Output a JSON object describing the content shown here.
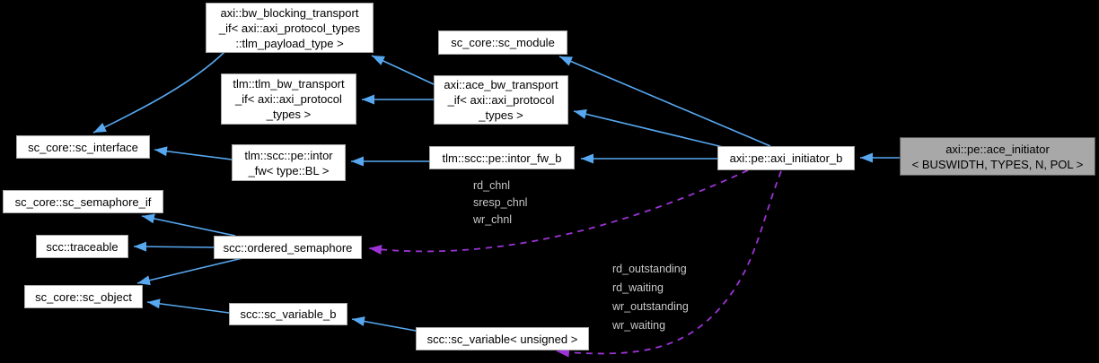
{
  "diagram_type": "collaboration-graph",
  "colors": {
    "background": "#000000",
    "edge_blue": "#57a8f0",
    "edge_purple": "#9d33d6",
    "node_fill": "#ffffff",
    "node_border": "#a9a9a9",
    "node_text": "#000000",
    "selected_fill": "#a8a8a8",
    "selected_border": "#565656",
    "edge_label": "#c8c8c8"
  },
  "nodes": [
    {
      "id": "bw-blocking-transport-if",
      "label": "axi::bw_blocking_transport\n_if< axi::axi_protocol_types\n::tlm_payload_type >"
    },
    {
      "id": "sc-module",
      "label": "sc_core::sc_module"
    },
    {
      "id": "tlm-bw-transport-if",
      "label": "tlm::tlm_bw_transport\n_if< axi::axi_protocol\n_types >"
    },
    {
      "id": "ace-bw-transport-if",
      "label": "axi::ace_bw_transport\n_if< axi::axi_protocol\n_types >"
    },
    {
      "id": "sc-interface",
      "label": "sc_core::sc_interface"
    },
    {
      "id": "intor-fw",
      "label": "tlm::scc::pe::intor\n_fw< type::BL >"
    },
    {
      "id": "intor-fw-b",
      "label": "tlm::scc::pe::intor_fw_b"
    },
    {
      "id": "axi-initiator-b",
      "label": "axi::pe::axi_initiator_b"
    },
    {
      "id": "ace-initiator",
      "label": "axi::pe::ace_initiator\n< BUSWIDTH, TYPES, N, POL >"
    },
    {
      "id": "sc-semaphore-if",
      "label": "sc_core::sc_semaphore_if"
    },
    {
      "id": "traceable",
      "label": "scc::traceable"
    },
    {
      "id": "ordered-semaphore",
      "label": "scc::ordered_semaphore"
    },
    {
      "id": "sc-object",
      "label": "sc_core::sc_object"
    },
    {
      "id": "sc-variable-b",
      "label": "scc::sc_variable_b"
    },
    {
      "id": "sc-variable-unsigned",
      "label": "scc::sc_variable< unsigned >"
    }
  ],
  "edge_labels": {
    "channels": [
      "rd_chnl",
      "sresp_chnl",
      "wr_chnl"
    ],
    "counters": [
      "rd_outstanding",
      "rd_waiting",
      "wr_outstanding",
      "wr_waiting"
    ]
  }
}
